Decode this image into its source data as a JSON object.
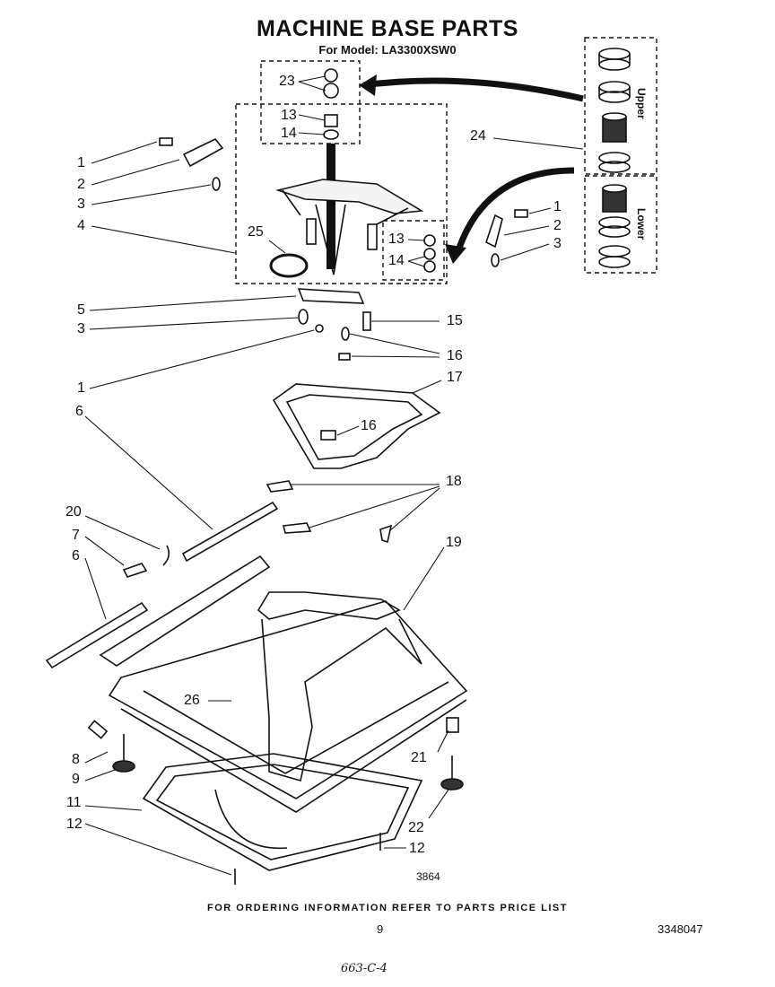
{
  "title": "MACHINE BASE PARTS",
  "subtitle": "For Model: LA3300XSW0",
  "inset_labels": {
    "upper": "Upper",
    "lower": "Lower"
  },
  "callouts": {
    "c23": "23",
    "c13a": "13",
    "c14a": "14",
    "c1a": "1",
    "c2a": "2",
    "c3a": "3",
    "c4": "4",
    "c25": "25",
    "c24": "24",
    "c1b": "1",
    "c2b": "2",
    "c3b": "3",
    "c13b": "13",
    "c14b": "14",
    "c5": "5",
    "c3c": "3",
    "c15": "15",
    "c16a": "16",
    "c1c": "1",
    "c17": "17",
    "c16b": "16",
    "c6a": "6",
    "c18": "18",
    "c20": "20",
    "c7": "7",
    "c6b": "6",
    "c19": "19",
    "c26": "26",
    "c8": "8",
    "c21": "21",
    "c9": "9",
    "c11": "11",
    "c22": "22",
    "c12a": "12",
    "c12b": "12"
  },
  "figure_code": "3864",
  "footer_note": "FOR ORDERING INFORMATION REFER TO PARTS PRICE LIST",
  "page_number": "9",
  "document_number": "3348047",
  "handwritten_note": "663-C-4"
}
